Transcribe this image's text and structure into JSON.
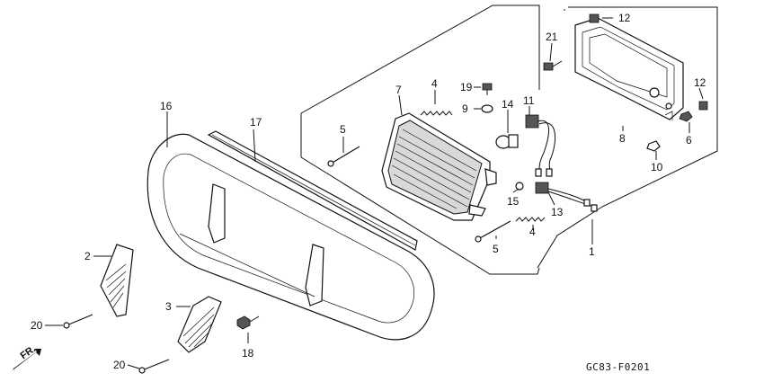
{
  "diagram": {
    "code": "GC83-F0201",
    "direction_label": "FR.",
    "parts": {
      "p1": "1",
      "p2": "2",
      "p3": "3",
      "p4a": "4",
      "p4b": "4",
      "p5a": "5",
      "p5b": "5",
      "p6": "6",
      "p7": "7",
      "p8": "8",
      "p9": "9",
      "p10": "10",
      "p11": "11",
      "p12a": "12",
      "p12b": "12",
      "p13": "13",
      "p14": "14",
      "p15": "15",
      "p16": "16",
      "p17": "17",
      "p18": "18",
      "p19": "19",
      "p20a": "20",
      "p20b": "20",
      "p21": "21"
    }
  }
}
